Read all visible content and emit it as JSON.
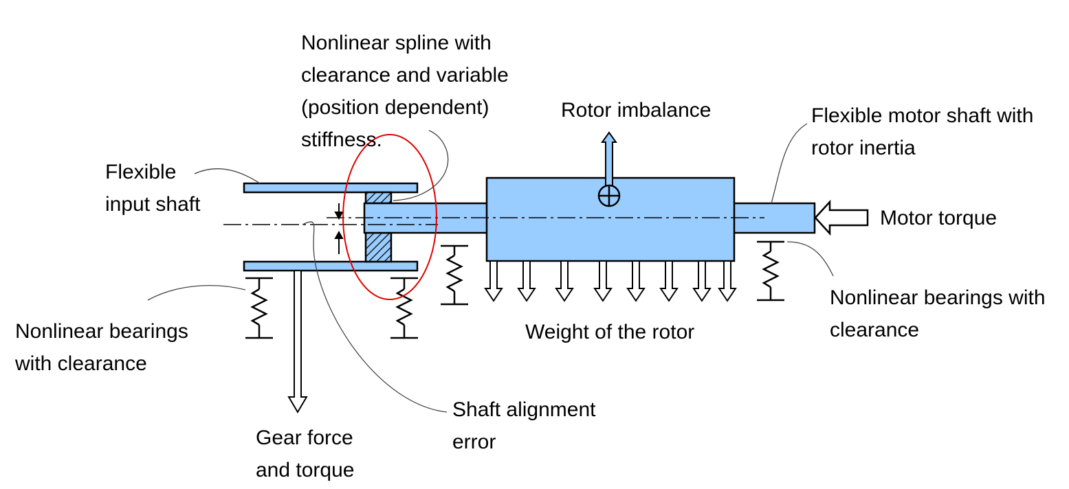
{
  "labels": {
    "spline": [
      "Nonlinear spline with",
      "clearance and variable",
      "(position dependent)",
      "stiffness."
    ],
    "rotor_imbalance": [
      "Rotor imbalance"
    ],
    "motor_shaft": [
      "Flexible motor shaft with",
      "rotor inertia"
    ],
    "input_shaft": [
      "Flexible",
      "input shaft"
    ],
    "motor_torque": [
      "Motor torque"
    ],
    "bearings_left": [
      "Nonlinear bearings",
      "with clearance"
    ],
    "bearings_right": [
      "Nonlinear bearings with",
      "clearance"
    ],
    "weight": [
      "Weight of the rotor"
    ],
    "alignment": [
      "Shaft alignment",
      "error"
    ],
    "gear_force": [
      "Gear force",
      "and torque"
    ]
  },
  "colors": {
    "part_fill": "#99ccff",
    "outline": "#000000",
    "highlight": "#e00000"
  }
}
